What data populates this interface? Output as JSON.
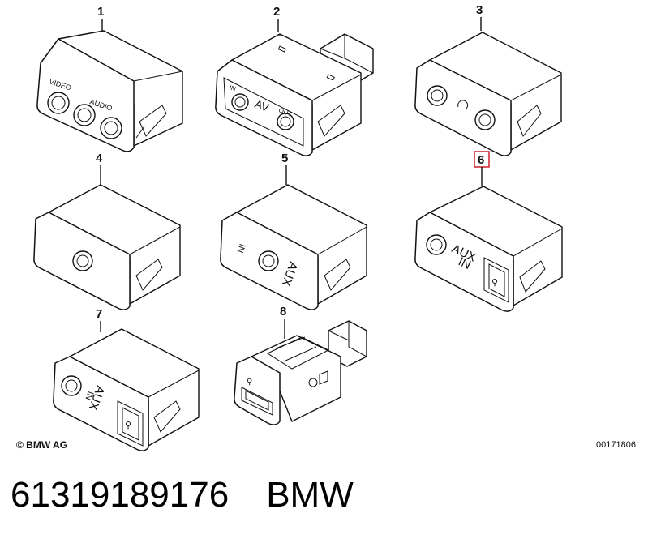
{
  "diagram": {
    "parts": [
      {
        "number": "1",
        "labels": [
          "VIDEO",
          "AUDIO"
        ]
      },
      {
        "number": "2",
        "labels": [
          "IN",
          "AV",
          "OUT"
        ]
      },
      {
        "number": "3",
        "labels": []
      },
      {
        "number": "4",
        "labels": []
      },
      {
        "number": "5",
        "labels": [
          "IN",
          "AUX"
        ]
      },
      {
        "number": "6",
        "labels": [
          "AUX",
          "IN"
        ],
        "highlighted": true
      },
      {
        "number": "7",
        "labels": [
          "AUX",
          "IN"
        ]
      },
      {
        "number": "8",
        "labels": []
      }
    ]
  },
  "footer": {
    "copyright": "© BMW AG",
    "drawing_code": "00171806",
    "part_number": "61319189176",
    "brand": "BMW"
  },
  "colors": {
    "highlight_box": "#d0202a",
    "line": "#111111"
  }
}
